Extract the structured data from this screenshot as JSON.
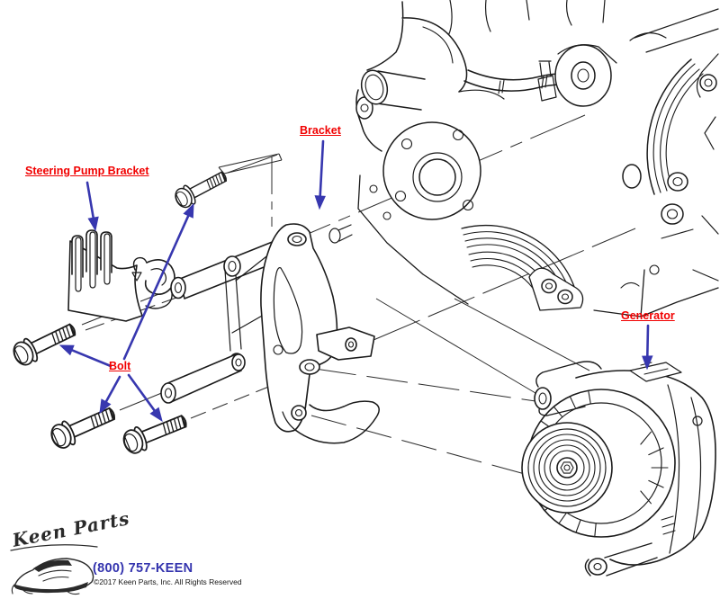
{
  "diagram": {
    "title_visible": false,
    "label_color": "#f10000",
    "arrow_color": "#3737af",
    "line_color": "#1b1b1b",
    "labels": [
      {
        "id": "steering-pump-bracket",
        "text": "Steering Pump Bracket"
      },
      {
        "id": "bracket",
        "text": "Bracket"
      },
      {
        "id": "bolt",
        "text": "Bolt"
      },
      {
        "id": "generator",
        "text": "Generator"
      }
    ],
    "arrows": [
      {
        "name": "arrow-to-steering-pump-bracket"
      },
      {
        "name": "arrow-to-bracket"
      },
      {
        "name": "arrow-to-bolt-top"
      },
      {
        "name": "arrow-to-bolt-left"
      },
      {
        "name": "arrow-to-bolt-bottom-left"
      },
      {
        "name": "arrow-to-bolt-bottom-mid"
      },
      {
        "name": "arrow-to-generator"
      }
    ]
  },
  "footer": {
    "logo_text": "Keen Parts",
    "phone": "(800) 757-KEEN",
    "phone_color": "#3434ae",
    "copyright": "©2017 Keen Parts, Inc. All Rights Reserved"
  }
}
